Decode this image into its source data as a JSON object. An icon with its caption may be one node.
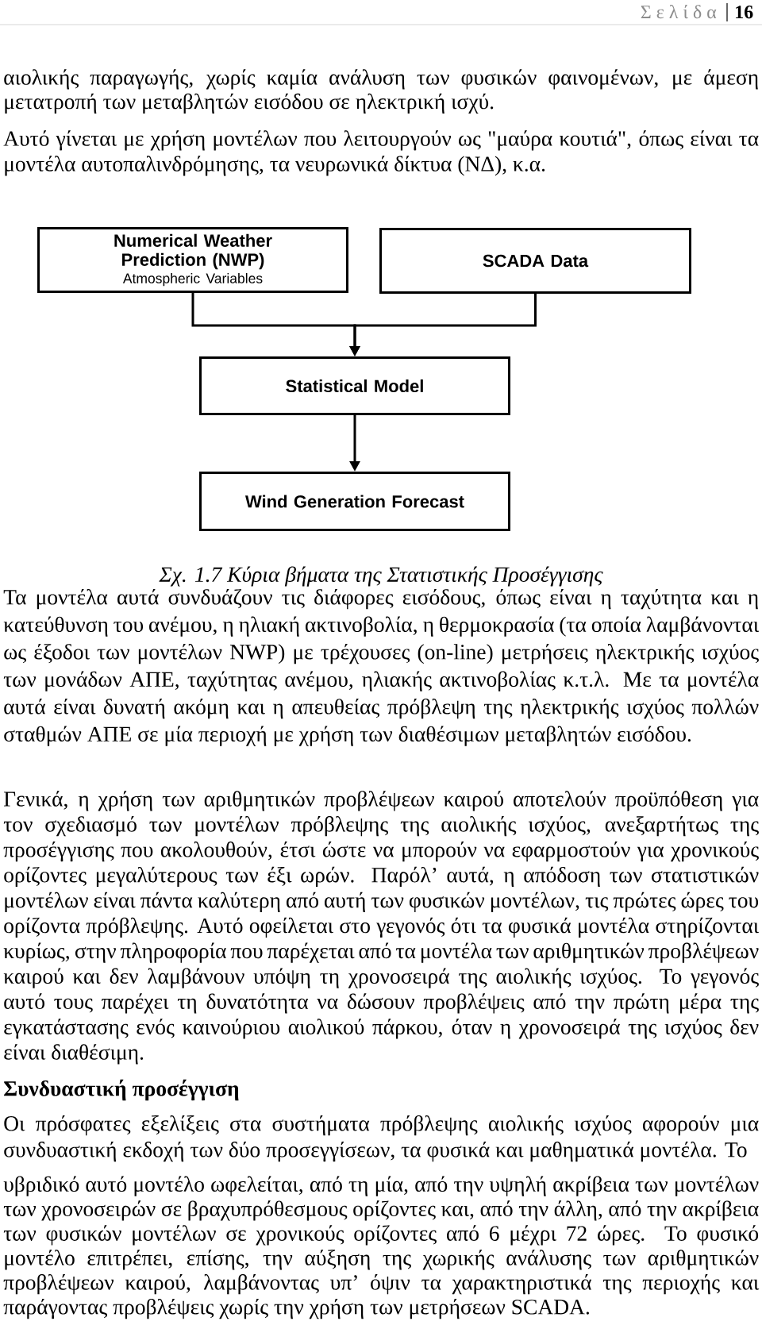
{
  "diagram": {
    "caption": "Σχ. 1.7 Κύρια βήματα της Στατιστικής Προσέγγισης",
    "nodes": [
      {
        "text": [
          "Numerical Weather Prediction (NWP)",
          "Atmospheric Variables"
        ]
      },
      {
        "text": [
          "SCADA Data"
        ]
      },
      {
        "text": [
          "Statistical Model"
        ]
      },
      {
        "text": [
          "Wind Generation Forecast"
        ]
      }
    ],
    "edges": [
      {
        "from": 0,
        "to": 2,
        "arrow": "to"
      },
      {
        "from": 1,
        "to": 2,
        "arrow": "to"
      },
      {
        "from": 2,
        "to": 3,
        "arrow": "to"
      }
    ],
    "labels": [
      "Σ ε λ ί δ α",
      "16",
      "αιολικής παραγωγής, χωρίς καμία ανάλυση των φυσικών φαινομένων, με άμεση μετατροπή των μεταβλητών εισόδου σε ηλεκτρική ισχύ.",
      "Αυτό γίνεται με χρήση μοντέλων που λειτουργούν ως \"μαύρα κουτιά\", όπως είναι τα μοντέλα αυτοπαλινδρόμησης, τα νευρωνικά δίκτυα (ΝΔ), κ.α.",
      "Τα μοντέλα αυτά συνδυάζουν τις διάφορες εισόδους, όπως είναι η ταχύτητα και η κατεύθυνση του ανέμου, η ηλιακή ακτινοβολία, η θερμοκρασία (τα οποία λαμβάνονται ως έξοδοι των μοντέλων NWP) με τρέχουσες (on-line) μετρήσεις ηλεκτρικής ισχύος των μονάδων ΑΠΕ, ταχύτητας ανέμου, ηλιακής ακτινοβολίας κ.τ.λ. Με τα μοντέλα αυτά είναι δυνατή ακόμη και η απευθείας πρόβλεψη της ηλεκτρικής ισχύος πολλών σταθμών ΑΠΕ σε μία περιοχή με χρήση των διαθέσιμων μεταβλητών εισόδου.",
      "Γενικά, η χρήση των αριθμητικών προβλέψεων καιρού αποτελούν προϋπόθεση για τον σχεδιασμό των μοντέλων πρόβλεψης της αιολικής ισχύος, ανεξαρτήτως της προσέγγισης που ακολουθούν, έτσι ώστε να μπορούν να εφαρμοστούν για χρονικούς ορίζοντες μεγαλύτερους των έξι ωρών. Παρόλ’ αυτά, η απόδοση των στατιστικών μοντέλων είναι πάντα καλύτερη από αυτή των φυσικών μοντέλων, τις πρώτες ώρες του ορίζοντα πρόβλεψης. Αυτό οφείλεται στο γεγονός ότι τα φυσικά μοντέλα στηρίζονται κυρίως, στην πληροφορία που παρέχεται από τα μοντέλα των αριθμητικών προβλέψεων καιρού και δεν λαμβάνουν υπόψη τη χρονοσειρά της αιολικής ισχύος. Το γεγονός αυτό τους παρέχει τη δυνατότητα να δώσουν προβλέψεις από την πρώτη μέρα της εγκατάστασης ενός καινούριου αιολικού πάρκου, όταν η χρονοσειρά της ισχύος δεν είναι διαθέσιμη.",
      "Συνδυαστική προσέγγιση",
      "Οι πρόσφατες εξελίξεις στα συστήματα πρόβλεψης αιολικής ισχύος αφορούν μια συνδυαστική εκδοχή των δύο προσεγγίσεων, τα φυσικά και μαθηματικά μοντέλα. Το",
      "υβριδικό αυτό μοντέλο ωφελείται, από τη μία, από την υψηλή ακρίβεια των μοντέλων των χρονοσειρών σε βραχυπρόθεσμους ορίζοντες και, από την άλλη, από την ακρίβεια των φυσικών μοντέλων σε χρονικούς ορίζοντες από 6 μέχρι 72 ώρες. Το φυσικό μοντέλο επιτρέπει, επίσης, την αύξηση της χωρικής ανάλυσης των αριθμητικών προβλέψεων καιρού, λαμβάνοντας υπ’ όψιν τα χαρακτηριστικά της περιοχής και παράγοντας προβλέψεις χωρίς την χρήση των μετρήσεων SCADA."
    ]
  }
}
